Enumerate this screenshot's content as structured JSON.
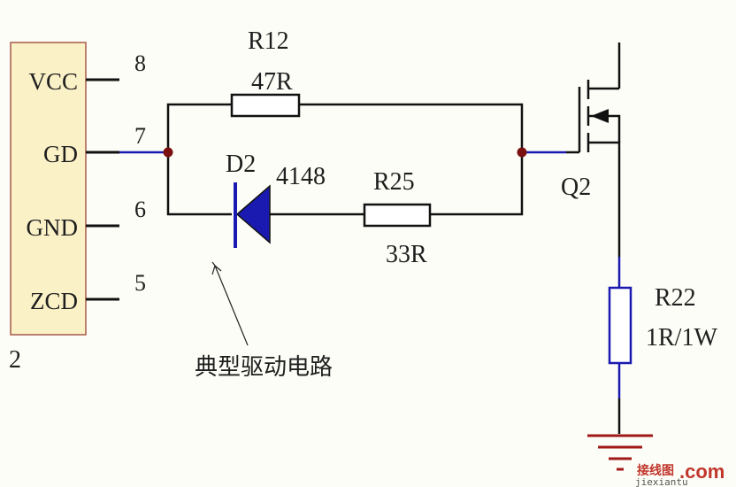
{
  "connector": {
    "pins": [
      {
        "name": "VCC",
        "number": "8"
      },
      {
        "name": "GD",
        "number": "7"
      },
      {
        "name": "GND",
        "number": "6"
      },
      {
        "name": "ZCD",
        "number": "5"
      }
    ],
    "designator_fragment": "2"
  },
  "components": {
    "r12": {
      "ref": "R12",
      "value": "47R"
    },
    "d2": {
      "ref": "D2",
      "value": "4148"
    },
    "r25": {
      "ref": "R25",
      "value": "33R"
    },
    "q2": {
      "ref": "Q2"
    },
    "r22": {
      "ref": "R22",
      "value": "1R/1W"
    }
  },
  "annotation": {
    "text": "典型驱动电路"
  },
  "watermark": {
    "cn": "接线图",
    "dot": ".com",
    "domain": "jiexiantu"
  },
  "colors": {
    "wire_blue": "#1a1ab0",
    "wire_black": "#111111",
    "junction": "#7a1010",
    "ground_red": "#a01818",
    "connector_fill": "#fbf1c7",
    "connector_border": "#a65a4a"
  }
}
